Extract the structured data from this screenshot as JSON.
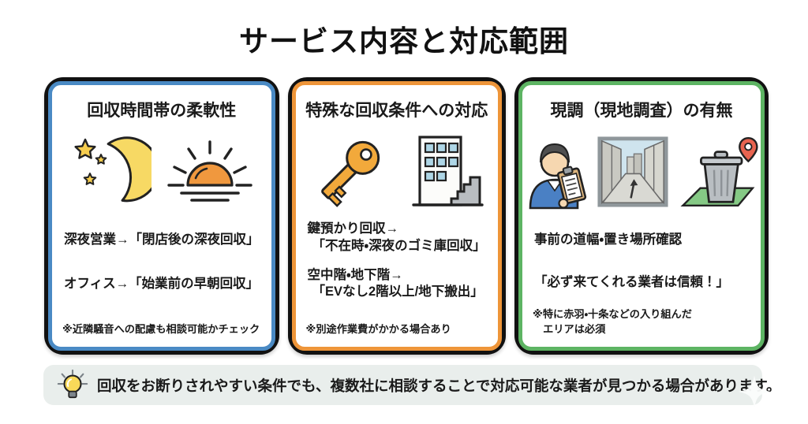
{
  "title": "サービス内容と対応範囲",
  "colors": {
    "card1_accent": "#4a8ac4",
    "card2_accent": "#ee9539",
    "card3_accent": "#5db463",
    "outline": "#111111",
    "footer_bg": "#e9eeec",
    "moon_yellow": "#f7d964",
    "sun_orange": "#f0983e",
    "key_orange": "#f2a93b",
    "window_blue": "#aed6e6",
    "shirt_blue": "#4a80c4",
    "mat_green": "#85c985",
    "pin_red": "#e86450",
    "bulb_yellow": "#f9d959"
  },
  "cards": [
    {
      "heading": "回収時間帯の柔軟性",
      "icons": [
        "crescent-moon-stars-icon",
        "sunrise-icon"
      ],
      "body": [
        "深夜営業→「閉店後の深夜回収」",
        "オフィス→「始業前の早朝回収」"
      ],
      "note": "※近隣騒音への配慮も相談可能かチェック"
    },
    {
      "heading": "特殊な回収条件への対応",
      "icons": [
        "key-icon",
        "building-stairs-icon"
      ],
      "body": [
        "鍵預かり回収→",
        "「不在時・深夜のゴミ庫回収」",
        "空中階・地下階→",
        "「EVなし2階以上/地下搬出」"
      ],
      "note": "※別途作業費がかかる場合あり"
    },
    {
      "heading": "現調（現地調査）の有無",
      "icons": [
        "surveyor-clipboard-icon",
        "street-photo-icon",
        "trash-bin-location-icon"
      ],
      "body": [
        "事前の道幅・置き場所確認",
        "「必ず来てくれる業者は信頼！」"
      ],
      "note_line1": "※特に赤羽・十条などの入り組んだ",
      "note_line2": "　エリアは必須"
    }
  ],
  "footer": {
    "icon": "lightbulb-icon",
    "text": "回収をお断りされやすい条件でも、複数社に相談することで対応可能な業者が見つかる場合があります。"
  }
}
